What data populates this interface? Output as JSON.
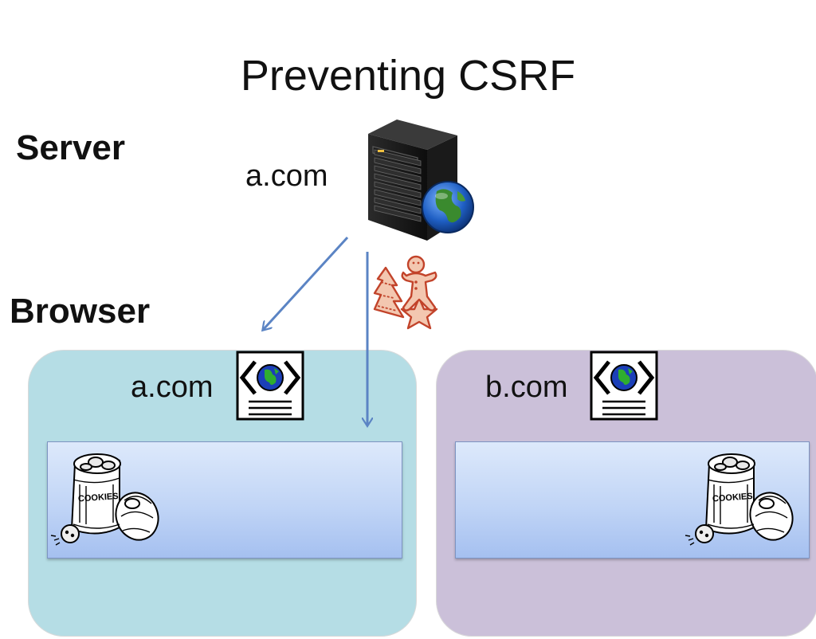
{
  "slide": {
    "title": "Preventing CSRF",
    "server_heading": "Server",
    "browser_heading": "Browser"
  },
  "server": {
    "origin": "a.com",
    "icon": "server-globe-icon"
  },
  "windows": [
    {
      "origin": "a.com",
      "page_icon": "web-page-icon",
      "cookie_jar_label": "COOKIES",
      "background": "#b5dde5"
    },
    {
      "origin": "b.com",
      "page_icon": "web-page-icon",
      "cookie_jar_label": "COOKIES",
      "background": "#cbc0d9"
    }
  ],
  "token_icon": "gingerbread-cookies-icon",
  "arrows": [
    {
      "from": "server",
      "to": "window-a",
      "color": "#5b84c4"
    },
    {
      "from": "server",
      "to": "window-a-cookie-store",
      "color": "#5b84c4"
    }
  ]
}
